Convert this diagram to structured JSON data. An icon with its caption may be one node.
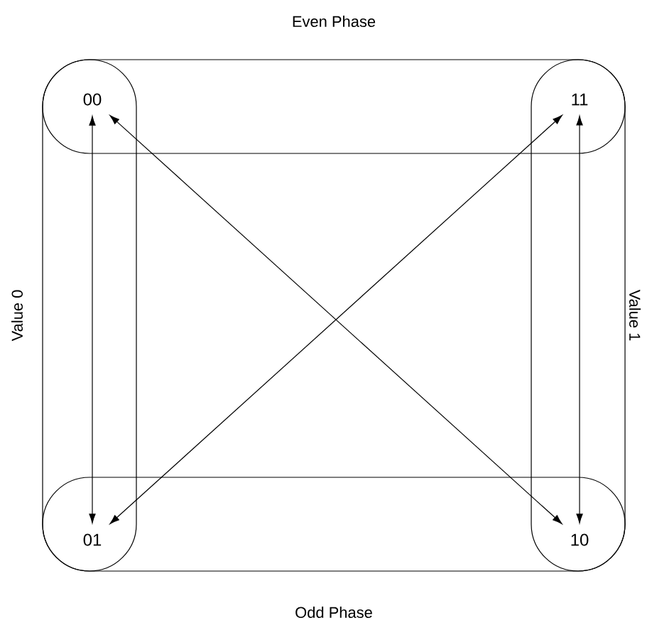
{
  "diagram": {
    "nodes": [
      {
        "text": [
          "00"
        ]
      },
      {
        "text": [
          "11"
        ]
      },
      {
        "text": [
          "01"
        ]
      },
      {
        "text": [
          "10"
        ]
      }
    ],
    "edges": [
      {
        "from": 0,
        "to": 2,
        "arrow": "both"
      },
      {
        "from": 1,
        "to": 3,
        "arrow": "both"
      },
      {
        "from": 0,
        "to": 3,
        "arrow": "both"
      },
      {
        "from": 1,
        "to": 2,
        "arrow": "both"
      }
    ],
    "labels": [
      "Even Phase",
      "Value 0",
      "Value 1",
      "Odd Phase"
    ]
  }
}
